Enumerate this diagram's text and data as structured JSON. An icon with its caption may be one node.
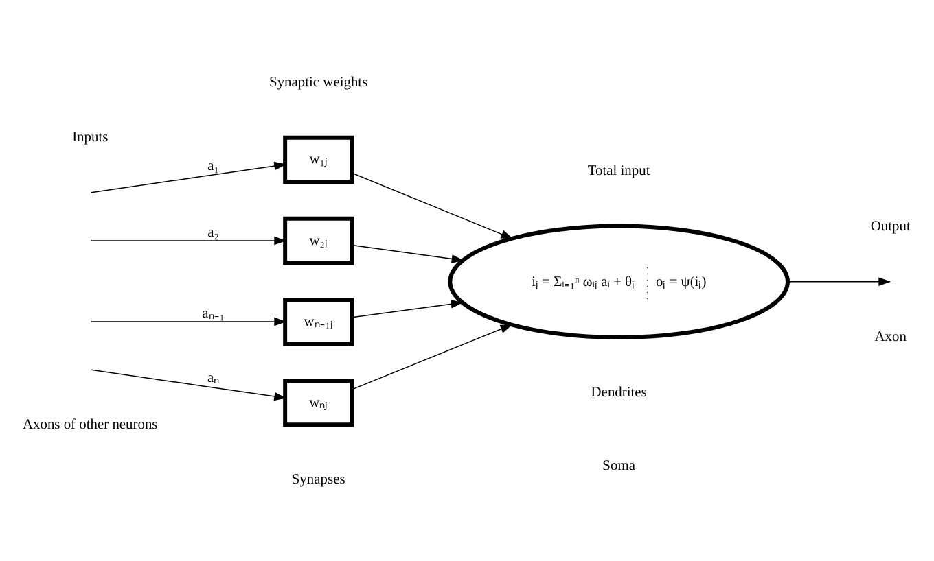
{
  "diagram": {
    "nodes": [
      {
        "text": [
          "w₁ⱼ"
        ]
      },
      {
        "text": [
          "w₂ⱼ"
        ]
      },
      {
        "text": [
          "wₙ₋₁ⱼ"
        ]
      },
      {
        "text": [
          "wₙⱼ"
        ]
      },
      {
        "text": [
          "iⱼ = Σᵢ₌₁ⁿ ωᵢⱼ aᵢ + θⱼ",
          "oⱼ = ψ(iⱼ)"
        ]
      }
    ],
    "edges": [
      {
        "from": null,
        "to": 0,
        "arrow": "to",
        "label": "a₁"
      },
      {
        "from": null,
        "to": 1,
        "arrow": "to",
        "label": "a₂"
      },
      {
        "from": null,
        "to": 2,
        "arrow": "to",
        "label": "aₙ₋₁"
      },
      {
        "from": null,
        "to": 3,
        "arrow": "to",
        "label": "aₙ"
      },
      {
        "from": 0,
        "to": 4,
        "arrow": "to"
      },
      {
        "from": 1,
        "to": 4,
        "arrow": "to"
      },
      {
        "from": 2,
        "to": 4,
        "arrow": "to"
      },
      {
        "from": 3,
        "to": 4,
        "arrow": "to"
      },
      {
        "from": 4,
        "to": null,
        "arrow": "to"
      }
    ],
    "labels": [
      "Inputs",
      "Synaptic weights",
      "Total input",
      "Output",
      "Axons of other neurons",
      "Synapses",
      "Dendrites",
      "Soma",
      "Axon"
    ]
  }
}
